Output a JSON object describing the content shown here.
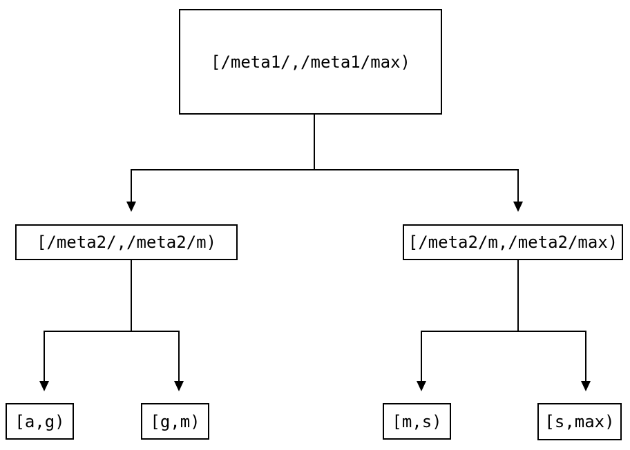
{
  "colors": {
    "background": "#ffffff",
    "line": "#000000",
    "text": "#000000"
  },
  "nodes": {
    "root": {
      "label": "[/meta1/,/meta1/max)"
    },
    "meta2_low": {
      "label": "[/meta2/,/meta2/m)"
    },
    "meta2_high": {
      "label": "[/meta2/m,/meta2/max)"
    },
    "leaf_a_g": {
      "label": "[a,g)"
    },
    "leaf_g_m": {
      "label": "[g,m)"
    },
    "leaf_m_s": {
      "label": "[m,s)"
    },
    "leaf_s_max": {
      "label": "[s,max)"
    }
  },
  "edges": [
    {
      "from": "root",
      "to": "meta2_low"
    },
    {
      "from": "root",
      "to": "meta2_high"
    },
    {
      "from": "meta2_low",
      "to": "leaf_a_g"
    },
    {
      "from": "meta2_low",
      "to": "leaf_g_m"
    },
    {
      "from": "meta2_high",
      "to": "leaf_m_s"
    },
    {
      "from": "meta2_high",
      "to": "leaf_s_max"
    }
  ]
}
